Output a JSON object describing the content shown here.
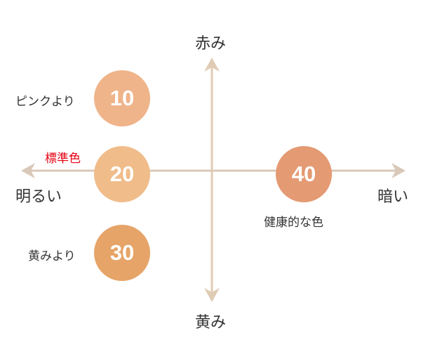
{
  "axes": {
    "top": "赤み",
    "bottom": "黄み",
    "left": "明るい",
    "right": "暗い",
    "colors": {
      "horizontal": "#d9c8b8",
      "vertical": "#e0cbb4"
    }
  },
  "points": [
    {
      "value": "10",
      "label": "ピンクより",
      "color": "#efb48a",
      "label_color": "#333333"
    },
    {
      "value": "20",
      "label": "標準色",
      "color": "#f0bc8a",
      "label_color": "#e60012"
    },
    {
      "value": "30",
      "label": "黄みより",
      "color": "#e6a468",
      "label_color": "#333333"
    },
    {
      "value": "40",
      "label": "健康的な色",
      "color": "#e49a72",
      "label_color": "#333333"
    }
  ]
}
